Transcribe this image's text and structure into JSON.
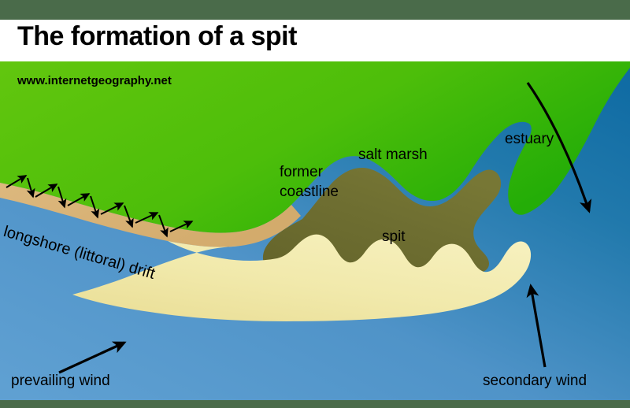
{
  "header": {
    "title": "The formation of a spit",
    "top_bar_color": "#4a6b4a",
    "band_color": "#ffffff"
  },
  "watermark": {
    "url": "www.internetgeography.net"
  },
  "labels": {
    "former_coastline_line1": "former",
    "former_coastline_line2": "coastline",
    "salt_marsh": "salt marsh",
    "spit": "spit",
    "estuary": "estuary",
    "longshore_drift": "longshore (littoral) drift",
    "prevailing_wind": "prevailing wind",
    "secondary_wind": "secondary wind"
  },
  "colors": {
    "land_green_light": "#5ec40c",
    "land_green_dark": "#28b008",
    "sea_blue_light": "#5b9dd0",
    "sea_blue_dark": "#136ba4",
    "beach_sand": "#d9b477",
    "spit_sand": "#f0e8a8",
    "salt_marsh_olive": "#6b6b2e",
    "arrow_black": "#000000",
    "border_green": "#4a6b4a"
  },
  "chart_data": {
    "type": "diagram",
    "title": "The formation of a spit",
    "regions": [
      {
        "name": "land",
        "label": "former coastline",
        "fill": "#5ec40c"
      },
      {
        "name": "sea",
        "label": "estuary",
        "fill": "#1a73a8"
      },
      {
        "name": "beach",
        "label": "beach",
        "fill": "#d9b477"
      },
      {
        "name": "spit",
        "label": "spit",
        "fill": "#f0e8a8"
      },
      {
        "name": "salt-marsh",
        "label": "salt marsh",
        "fill": "#6b6b2e"
      }
    ],
    "arrows": [
      {
        "name": "longshore-drift",
        "label": "longshore (littoral) drift",
        "count": 7,
        "pattern": "zigzag swash-backwash"
      },
      {
        "name": "prevailing-wind",
        "label": "prevailing wind",
        "direction": "up-right"
      },
      {
        "name": "secondary-wind",
        "label": "secondary wind",
        "direction": "up"
      },
      {
        "name": "river-flow",
        "label": "estuary flow",
        "direction": "curved down-right"
      }
    ]
  }
}
